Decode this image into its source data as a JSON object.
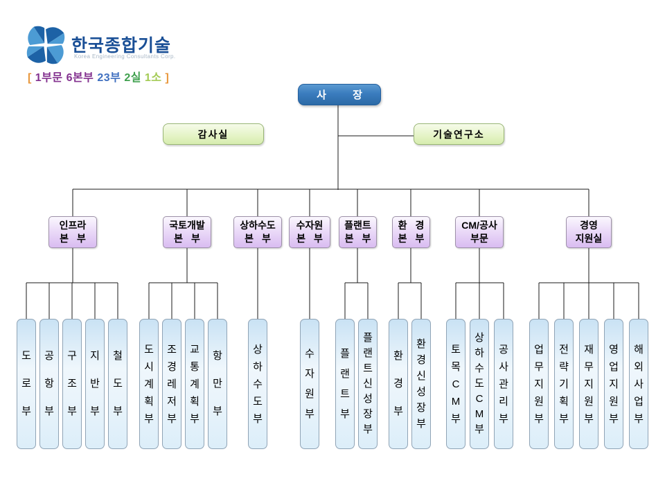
{
  "colors": {
    "president_box_blue": "#2C6AA6",
    "staff_box_green": "#D6ECAE",
    "division_box_purple": "#D9BCF1",
    "dept_box_blue": "#DCEEF9",
    "connector_line": "#1A1A1A",
    "logo_text_blue": "#1A4F96",
    "summary_orange": "#E8973C",
    "summary_purple": "#83318F",
    "summary_blue": "#4070C0",
    "summary_green": "#3FA04E",
    "summary_light_green": "#A4CB55"
  },
  "logo": {
    "icon": "pinwheel-icon",
    "company_name": "한국종합기술",
    "tagline": "Korea Engineering Consultants Corp."
  },
  "summary": {
    "segments": [
      {
        "text": "[ ",
        "color": "#E8973C"
      },
      {
        "text": "1부문 6본부 ",
        "color": "#83318F"
      },
      {
        "text": "23부 ",
        "color": "#4070C0"
      },
      {
        "text": "2실 ",
        "color": "#3FA04E"
      },
      {
        "text": "1소 ",
        "color": "#A4CB55"
      },
      {
        "text": "]",
        "color": "#E8973C"
      }
    ]
  },
  "chart": {
    "president": "사 장",
    "staff_left": "감사실",
    "staff_right": "기술연구소",
    "branches": [
      {
        "name_lines": [
          "인프라",
          "본 부"
        ],
        "children": [
          "도로부",
          "공항부",
          "구조부",
          "지반부",
          "철도부"
        ]
      },
      {
        "name_lines": [
          "국토개발",
          "본 부"
        ],
        "children": [
          "도시계획부",
          "조경레저부",
          "교통계획부",
          "항만부"
        ]
      },
      {
        "name_lines": [
          "상하수도",
          "본 부"
        ],
        "children": [
          "상하수도부"
        ]
      },
      {
        "name_lines": [
          "수자원",
          "본 부"
        ],
        "children": [
          "수자원부"
        ]
      },
      {
        "name_lines": [
          "플랜트",
          "본 부"
        ],
        "children": [
          "플랜트부",
          "플랜트신성장부"
        ]
      },
      {
        "name_lines": [
          "환 경",
          "본 부"
        ],
        "children": [
          "환경부",
          "환경신성장부"
        ]
      },
      {
        "name_lines": [
          "CM/공사",
          "부문"
        ],
        "children": [
          "토목CM부",
          "상하수도CM부",
          "공사관리부"
        ]
      },
      {
        "name_lines": [
          "경영",
          "지원실"
        ],
        "children": [
          "업무지원부",
          "전략기획부",
          "재무지원부",
          "영업지원부",
          "해외사업부"
        ]
      }
    ]
  }
}
